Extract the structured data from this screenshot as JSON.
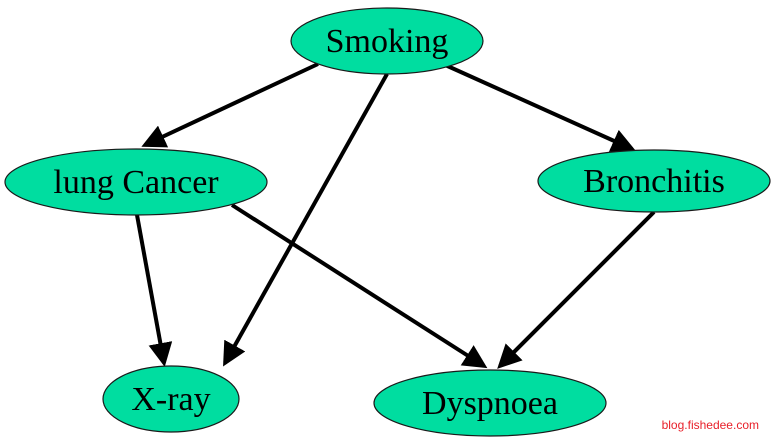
{
  "diagram": {
    "type": "bayesian-network",
    "node_fill": "#00DDA0",
    "edge_color": "#000000",
    "nodes": [
      {
        "id": "smoking",
        "label": "Smoking"
      },
      {
        "id": "lung_cancer",
        "label": "lung Cancer"
      },
      {
        "id": "bronchitis",
        "label": "Bronchitis"
      },
      {
        "id": "xray",
        "label": "X-ray"
      },
      {
        "id": "dyspnoea",
        "label": "Dyspnoea"
      }
    ],
    "edges": [
      {
        "from": "smoking",
        "to": "lung_cancer"
      },
      {
        "from": "smoking",
        "to": "bronchitis"
      },
      {
        "from": "smoking",
        "to": "xray"
      },
      {
        "from": "lung_cancer",
        "to": "xray"
      },
      {
        "from": "lung_cancer",
        "to": "dyspnoea"
      },
      {
        "from": "bronchitis",
        "to": "dyspnoea"
      }
    ]
  },
  "watermark": {
    "text": "blog.fishedee.com",
    "color": "#E8202A"
  }
}
